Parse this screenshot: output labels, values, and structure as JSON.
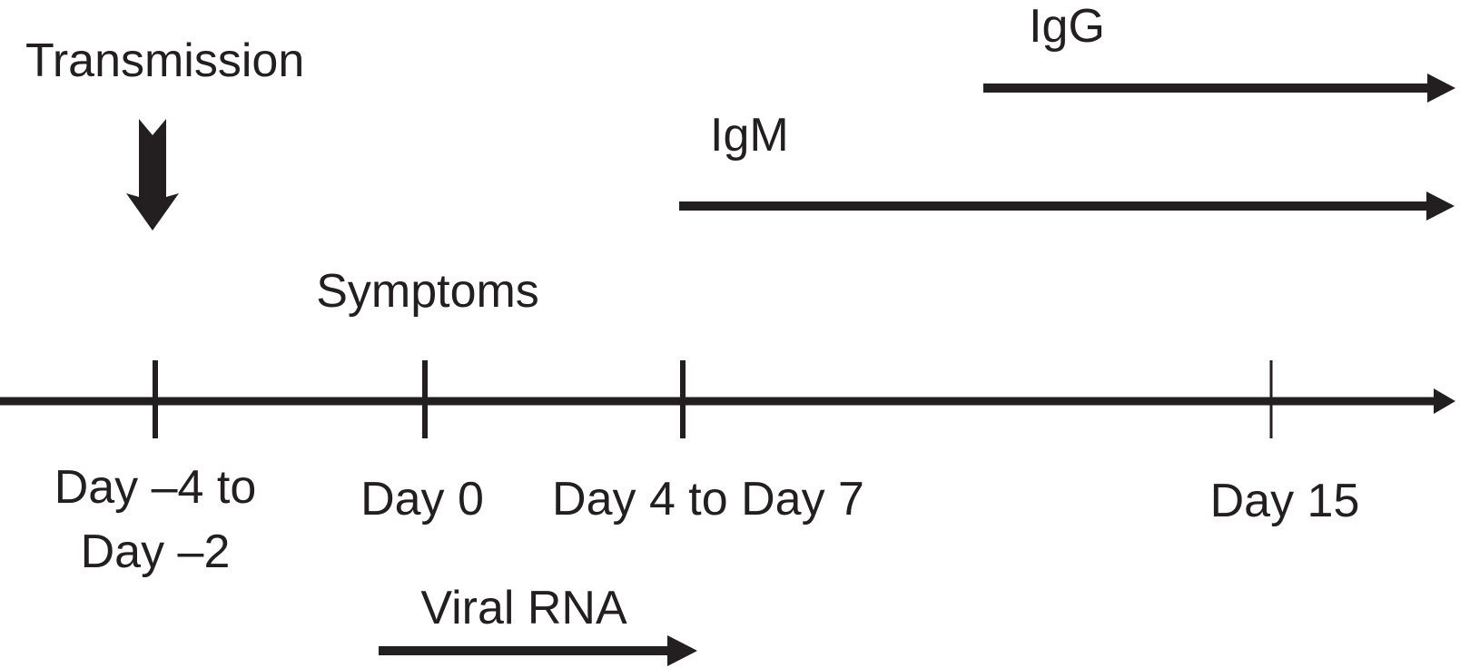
{
  "figure": {
    "background_color": "#ffffff",
    "ink_color": "#231f20",
    "labels": {
      "transmission": "Transmission",
      "igg": "IgG",
      "igm": "IgM",
      "symptoms": "Symptoms",
      "viral_rna": "Viral RNA"
    },
    "timeline": {
      "ticks": [
        {
          "line1": "Day –4 to",
          "line2": "Day –2"
        },
        {
          "line1": "Day 0"
        },
        {
          "line1": "Day 4 to Day 7"
        },
        {
          "line1": "Day 15"
        }
      ]
    }
  }
}
